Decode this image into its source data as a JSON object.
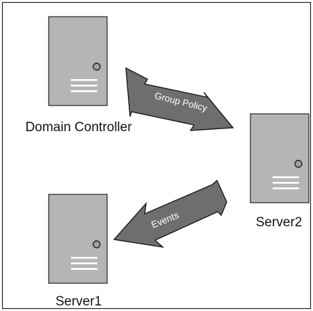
{
  "nodes": {
    "domain_controller": {
      "label": "Domain Controller"
    },
    "server2": {
      "label": "Server2"
    },
    "server1": {
      "label": "Server1"
    }
  },
  "edges": {
    "group_policy": {
      "label": "Group Policy",
      "from": "Domain Controller",
      "to": "Server2"
    },
    "events": {
      "label": "Events",
      "from": "Server2",
      "to": "Server1"
    }
  },
  "colors": {
    "server_body": "#b5b5b5",
    "server_outline": "#222222",
    "arrow_fill": "#6e6e6e",
    "arrow_outline": "#1a1a1a"
  }
}
